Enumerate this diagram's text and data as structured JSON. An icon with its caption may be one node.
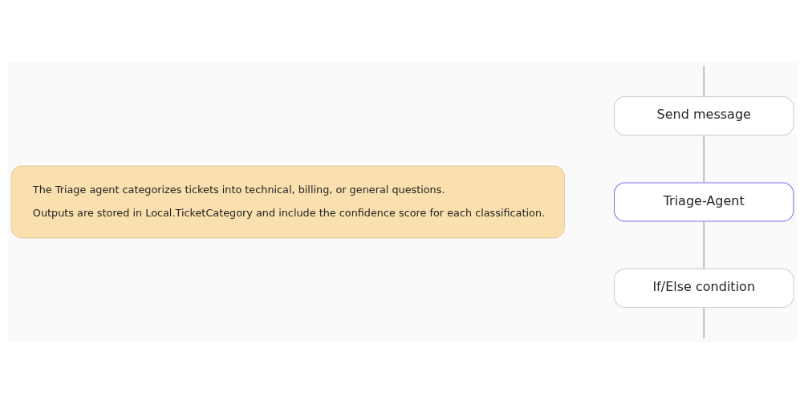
{
  "diagram": {
    "nodes": [
      {
        "text": [
          "The Triage agent categorizes tickets into technical, billing, or general questions.",
          "Outputs are stored in Local.TicketCategory and include the confidence score for each classification."
        ]
      },
      {
        "text": [
          "Send message"
        ]
      },
      {
        "text": [
          "Triage-Agent"
        ]
      },
      {
        "text": [
          "If/Else condition"
        ]
      }
    ],
    "edges": [
      {
        "from": null,
        "to": 1,
        "arrow": "none"
      },
      {
        "from": 1,
        "to": 2,
        "arrow": "none"
      },
      {
        "from": 2,
        "to": 3,
        "arrow": "none"
      },
      {
        "from": 3,
        "to": null,
        "arrow": "none"
      }
    ]
  }
}
